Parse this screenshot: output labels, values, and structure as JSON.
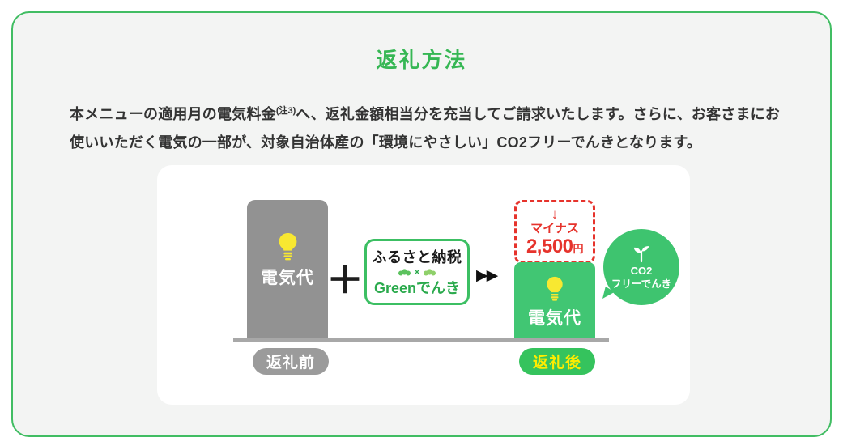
{
  "header": {
    "title": "返礼方法"
  },
  "description": {
    "part1": "本メニューの適用月の電気料金",
    "note": "(注3)",
    "part2": "へ、返礼金額相当分を充当してご請求いたします。さらに、お客さまにお使いいただく電気の一部が、対象自治体産の「環境にやさしい」CO2フリーでんきとなります。"
  },
  "diagram": {
    "before": {
      "label": "電気代",
      "caption": "返礼前"
    },
    "plus": "＋",
    "logo": {
      "line1": "ふるさと納税",
      "cross": "×",
      "line2": "Greenでんき"
    },
    "arrows": "▶▶",
    "discount": {
      "arrow": "↓",
      "label": "マイナス",
      "amount": "2,500",
      "unit": "円"
    },
    "after": {
      "label": "電気代",
      "caption": "返礼後"
    },
    "bubble": {
      "line1": "CO2",
      "line2": "フリーでんき"
    }
  },
  "icons": {
    "lightbulb": "yellow light bulb glyph inside both bars",
    "sprout": "white seedling sprout inside green speech bubble",
    "leaf_cloud": "small green leaf-cloud flourishes beside logo cross",
    "double_arrow": "two black right-pointing triangles",
    "down_arrow": "red downward arrow in discount box"
  },
  "colors": {
    "green_border": "#41bd63",
    "green_title": "#36b754",
    "green_bar": "#41c673",
    "green_bubble": "#3ec46f",
    "green_pill": "#35c35d",
    "green_logo_text": "#2baa4d",
    "gray_bar": "#929292",
    "gray_pill": "#9b9b9b",
    "baseline_gray": "#a8a8a8",
    "red_accent": "#e6332c",
    "bulb_yellow": "#f8e831",
    "pill_text_yellow": "#ffec00",
    "body_text": "#333333",
    "panel_bg": "#f3f4f3",
    "card_bg": "#ffffff"
  }
}
